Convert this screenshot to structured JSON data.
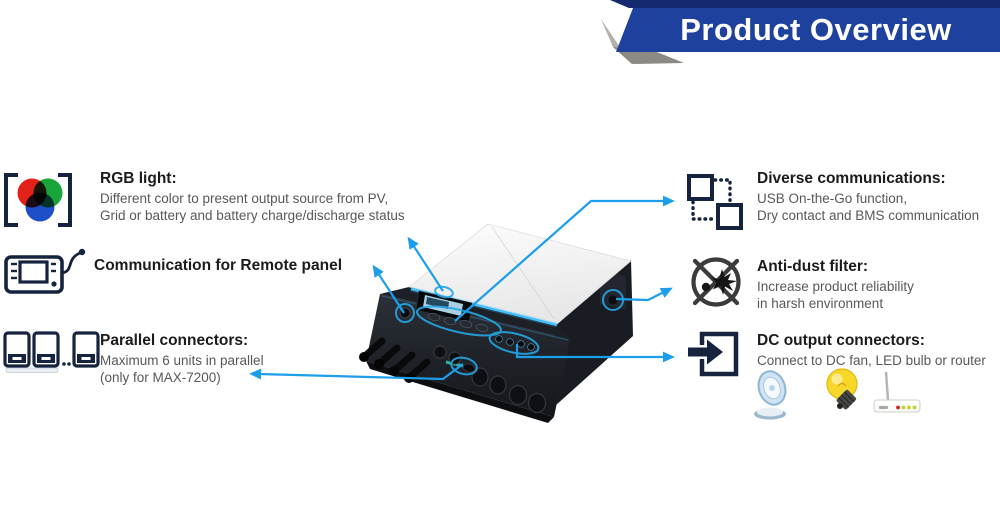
{
  "header": {
    "title": "Product Overview"
  },
  "colors": {
    "banner_blue": "#1e419e",
    "banner_top_bar": "#14296f",
    "ribbon_fold_gray": "#a7a39d",
    "arrow_blue": "#1d9eea",
    "accent_cyan": "#41c0ff",
    "icon_navy": "#16233f",
    "title_text": "#1b1b1b",
    "body_text": "#57585a"
  },
  "features_left": [
    {
      "id": "rgb-light",
      "icon": "rgb-light-icon",
      "title": "RGB light:",
      "lines": [
        "Different color to present output source from PV,",
        "Grid or battery and battery charge/discharge status"
      ]
    },
    {
      "id": "remote-panel",
      "icon": "remote-panel-icon",
      "title": "Communication for Remote panel",
      "lines": []
    },
    {
      "id": "parallel-connectors",
      "icon": "parallel-connectors-icon",
      "title": "Parallel connectors:",
      "lines": [
        "Maximum 6 units in parallel",
        "(only for MAX-7200)"
      ]
    }
  ],
  "features_right": [
    {
      "id": "diverse-communications",
      "icon": "diverse-communications-icon",
      "title": "Diverse communications:",
      "lines": [
        "USB On-the-Go function,",
        "Dry contact and  BMS communication"
      ]
    },
    {
      "id": "anti-dust-filter",
      "icon": "anti-dust-filter-icon",
      "title": "Anti-dust filter:",
      "lines": [
        "Increase product reliability",
        "in harsh environment"
      ]
    },
    {
      "id": "dc-output-connectors",
      "icon": "dc-output-connectors-icon",
      "title": "DC output connectors:",
      "lines": [
        "Connect to DC fan, LED bulb or router"
      ],
      "appliance_images": [
        "dc-fan",
        "led-bulb",
        "router"
      ]
    }
  ],
  "device": {
    "name": "hybrid-inverter-product-photo"
  }
}
